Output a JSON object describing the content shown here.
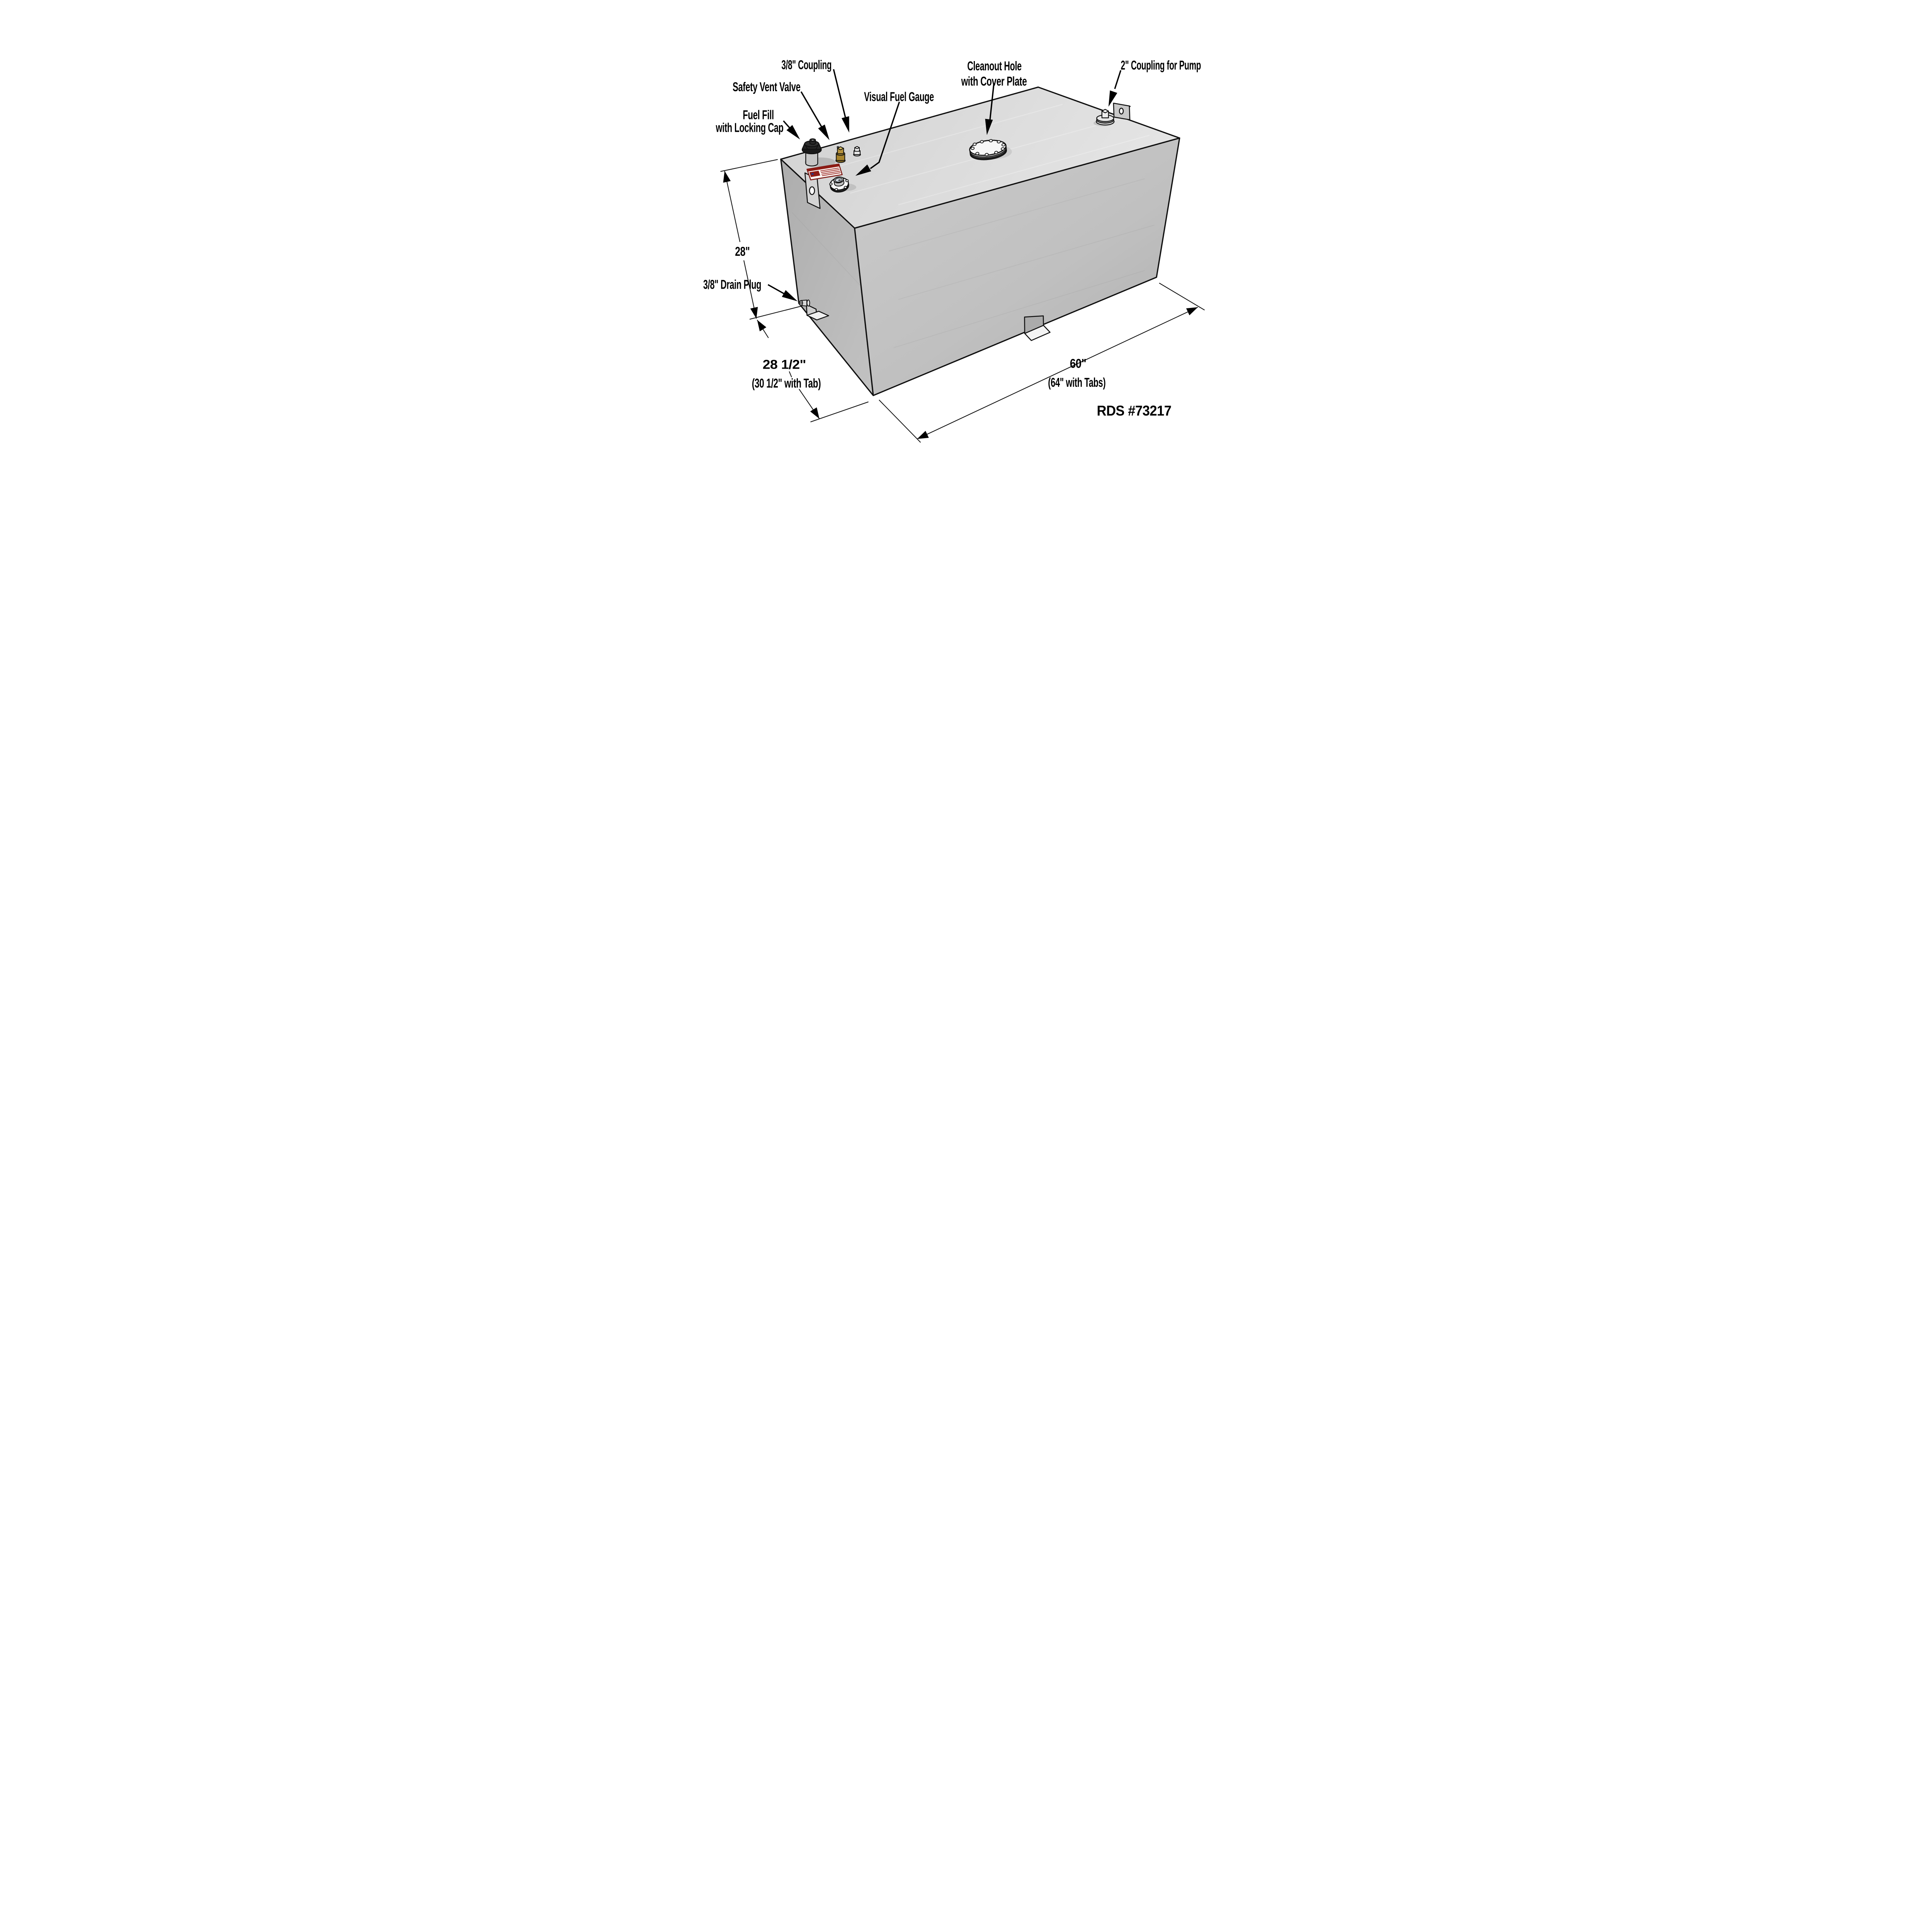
{
  "diagram": {
    "title_domain": "fuel-transfer-tank-technical-diagram",
    "product_id": "RDS #73217",
    "callouts": {
      "coupling_3_8": "3/8\" Coupling",
      "safety_vent_valve": "Safety Vent Valve",
      "fuel_fill_line1": "Fuel Fill",
      "fuel_fill_line2": "with Locking Cap",
      "visual_fuel_gauge": "Visual Fuel Gauge",
      "cleanout_line1": "Cleanout Hole",
      "cleanout_line2": "with Cover Plate",
      "coupling_2in": "2\" Coupling for Pump",
      "drain_plug": "3/8\" Drain Plug"
    },
    "dimensions": {
      "height": "28\"",
      "depth": "28 1/2\"",
      "depth_with_tab": "(30 1/2\" with Tab)",
      "length": "60\"",
      "length_with_tabs": "(64\" with Tabs)"
    },
    "colors": {
      "tank_top": "#d8d8d8",
      "tank_left": "#b2b2b2",
      "tank_right": "#c4c4c4",
      "outline": "#0f0f0f",
      "warning_label_red": "#8e1b14",
      "warning_label_blue": "#1f3a8f",
      "brass_fitting": "#a8842c",
      "background": "#ffffff"
    }
  }
}
